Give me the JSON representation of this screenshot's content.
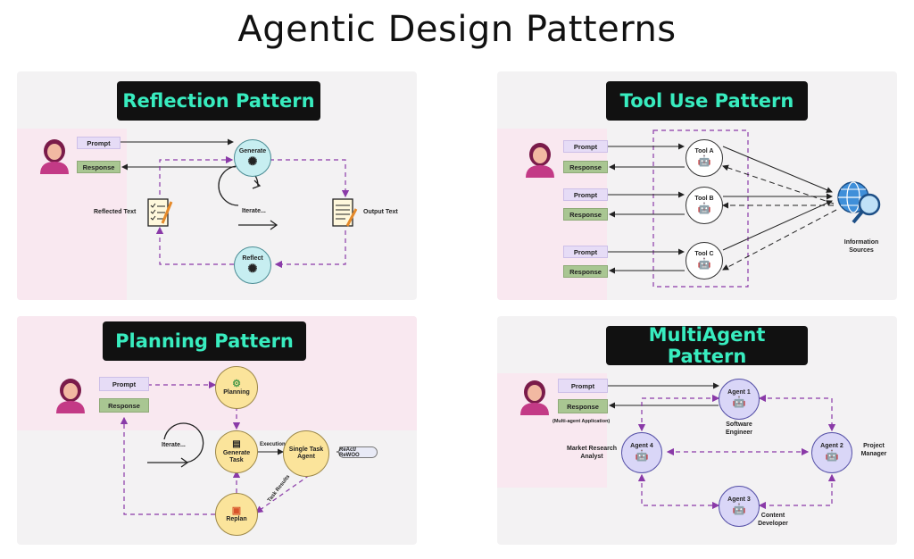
{
  "title": "Agentic Design Patterns",
  "reflection": {
    "title": "Reflection Pattern",
    "prompt": "Prompt",
    "response": "Response",
    "generate": "Generate",
    "reflect": "Reflect",
    "reflected_text": "Reflected Text",
    "output_text": "Output Text",
    "iterate": "Iterate..."
  },
  "tool_use": {
    "title": "Tool Use Pattern",
    "prompt": "Prompt",
    "response": "Response",
    "tools": [
      "Tool A",
      "Tool B",
      "Tool C"
    ],
    "info_sources": "Information\nSources"
  },
  "planning": {
    "title": "Planning Pattern",
    "prompt": "Prompt",
    "response": "Response",
    "planning": "Planning",
    "generate_task": "Generate\nTask",
    "single_task_agent": "Single Task\nAgent",
    "replan": "Replan",
    "execution": "Execution",
    "task_results": "Task Results",
    "react_rewoo": "ReAct/ ReWOO",
    "iterate": "Iterate..."
  },
  "multiagent": {
    "title": "MultiAgent Pattern",
    "prompt": "Prompt",
    "response": "Response",
    "multi_agent_app": "(Multi-agent Application)",
    "agents": [
      "Agent 1",
      "Agent 2",
      "Agent 3",
      "Agent 4"
    ],
    "roles": [
      "Software\nEngineer",
      "Project\nManager",
      "Content\nDeveloper",
      "Market Research\nAnalyst"
    ]
  },
  "colors": {
    "title_bg": "#111111",
    "title_text": "#38ecbf",
    "dashed": "#8a3aa8",
    "prompt": "#e6dcf6",
    "response": "#a9c692"
  }
}
